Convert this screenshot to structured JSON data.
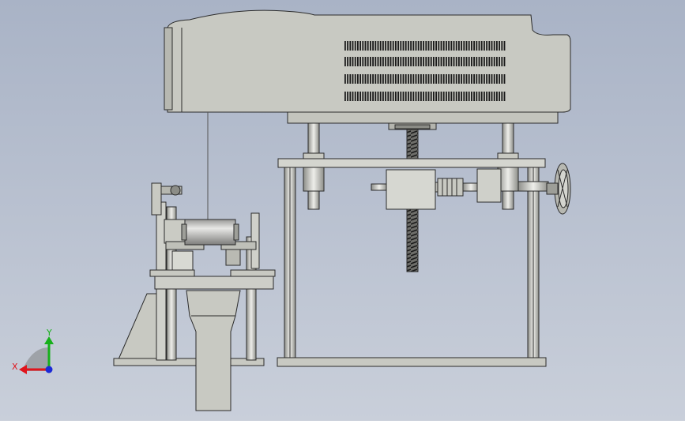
{
  "viewport": {
    "background_top": "#a9b3c6",
    "background_bottom": "#c9cfda"
  },
  "colors": {
    "part_fill": "#c8c9c2",
    "part_fill_dark": "#a9aaa3",
    "part_fill_light": "#dcddd7",
    "edge": "#2b2b2b",
    "slot": "#1a1a1a",
    "axis_x": "#e0141c",
    "axis_y": "#16b01a",
    "axis_z": "#1c2ad6"
  },
  "triad": {
    "x_label": "X",
    "y_label": "Y"
  },
  "parts": [
    "machine-housing",
    "support-frame",
    "lead-screw",
    "gearbox",
    "coupling",
    "handwheel",
    "motor",
    "side-assembly",
    "chute"
  ]
}
